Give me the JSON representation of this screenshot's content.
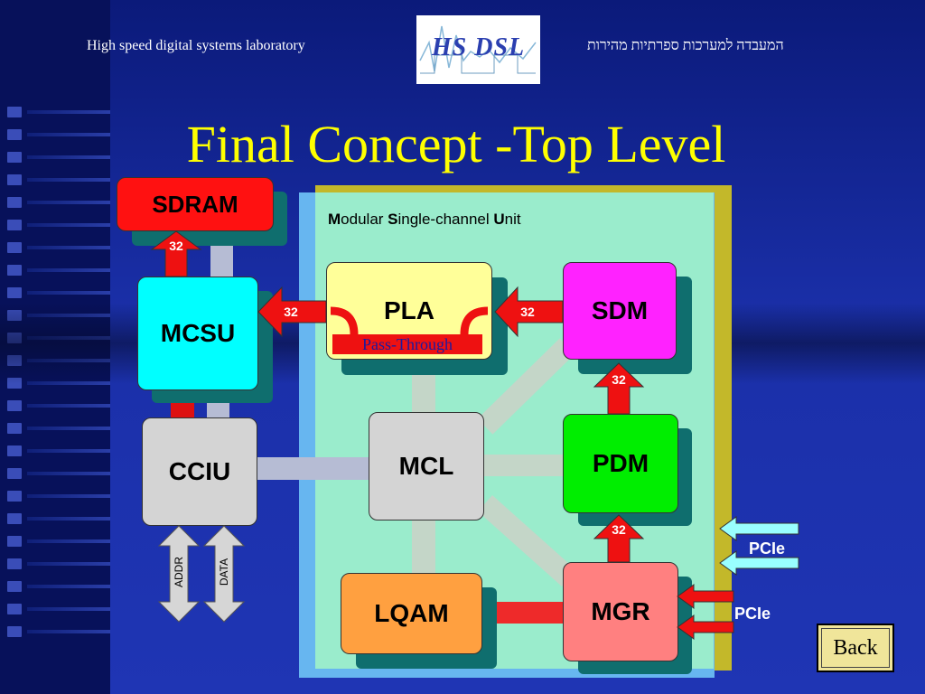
{
  "header": {
    "left_text": "High speed digital systems laboratory",
    "right_text": "המעבדה למערכות ספרתיות מהירות",
    "logo_text": "HS DSL"
  },
  "title": "Final Concept -Top Level",
  "module": {
    "label_parts": [
      {
        "bold": "M",
        "rest": "odular "
      },
      {
        "bold": "S",
        "rest": "ingle-channel "
      },
      {
        "bold": "U",
        "rest": "nit"
      }
    ]
  },
  "blocks": {
    "sdram": "SDRAM",
    "mcsu": "MCSU",
    "cciu": "CCIU",
    "pla": "PLA",
    "sdm": "SDM",
    "mcl": "MCL",
    "pdm": "PDM",
    "lqam": "LQAM",
    "mgr": "MGR"
  },
  "bus_widths": {
    "mcsu_to_sdram": "32",
    "pla_to_mcsu": "32",
    "sdm_to_pla": "32",
    "pdm_to_sdm": "32",
    "mgr_to_pdm": "32"
  },
  "pass_through_label": "Pass-Through",
  "io_labels": {
    "addr": "ADDR",
    "data": "DATA",
    "pcie_in": "PCIe",
    "pcie_out": "PCIe"
  },
  "back_button": "Back",
  "colors": {
    "background": "#1a2fa8",
    "title": "#ffff00",
    "sdram": "#ff1111",
    "mcsu": "#00ffff",
    "cciu": "#d4d4d4",
    "pla": "#ffff99",
    "sdm": "#ff22ff",
    "mcl": "#d4d4d4",
    "pdm": "#00ee00",
    "lqam": "#ffa040",
    "mgr": "#ff8080",
    "arrow_red": "#ee1111",
    "arrow_cyan": "#99ffff"
  }
}
